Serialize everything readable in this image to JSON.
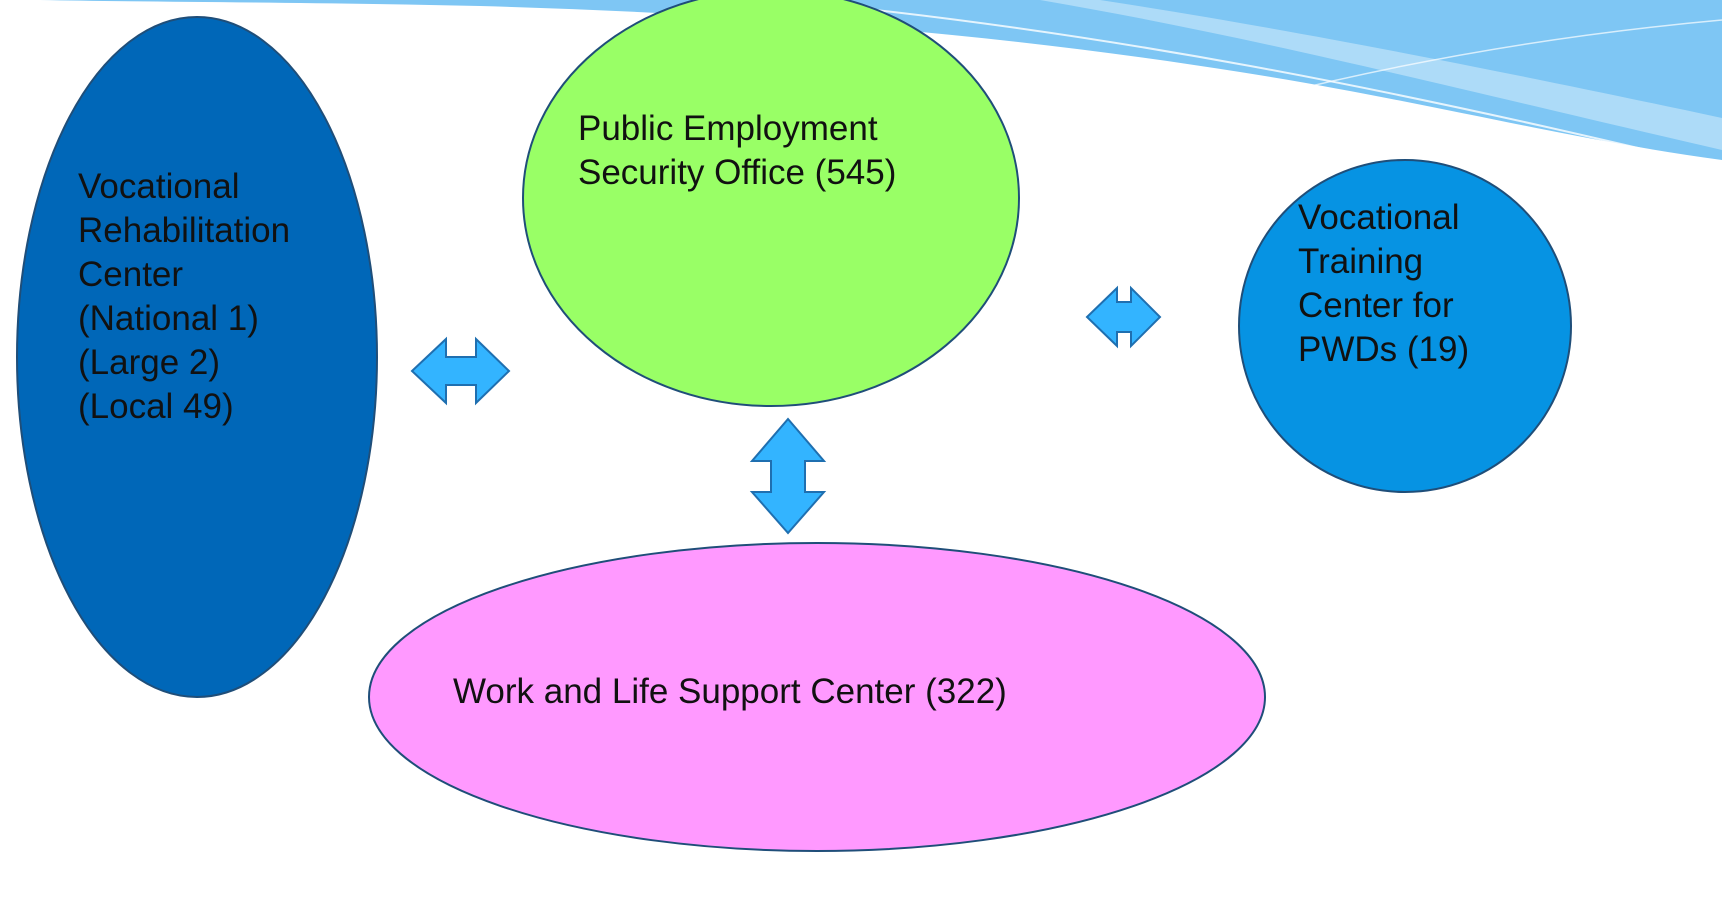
{
  "colors": {
    "swoosh": "#7ec6f4",
    "swoosh_light": "#c2e4fa",
    "rehab_fill": "#0067b8",
    "office_fill": "#99ff66",
    "training_fill": "#0693e3",
    "support_fill": "#ff99ff",
    "arrow_fill": "#33b4ff",
    "outline": "#1f4e79"
  },
  "nodes": {
    "rehab": {
      "lines": [
        "Vocational",
        "Rehabilitation",
        "Center",
        "(National 1)",
        "(Large 2)",
        "(Local 49)"
      ]
    },
    "office": {
      "lines": [
        "Public Employment",
        "Security Office (545)"
      ]
    },
    "training": {
      "lines": [
        "Vocational",
        "Training",
        "Center for",
        "PWDs (19)"
      ]
    },
    "support": {
      "lines": [
        "Work and Life Support Center (322)"
      ]
    }
  },
  "edges": [
    {
      "from": "rehab",
      "to": "office",
      "direction": "bidirectional"
    },
    {
      "from": "office",
      "to": "training",
      "direction": "bidirectional"
    },
    {
      "from": "office",
      "to": "support",
      "direction": "bidirectional"
    }
  ]
}
